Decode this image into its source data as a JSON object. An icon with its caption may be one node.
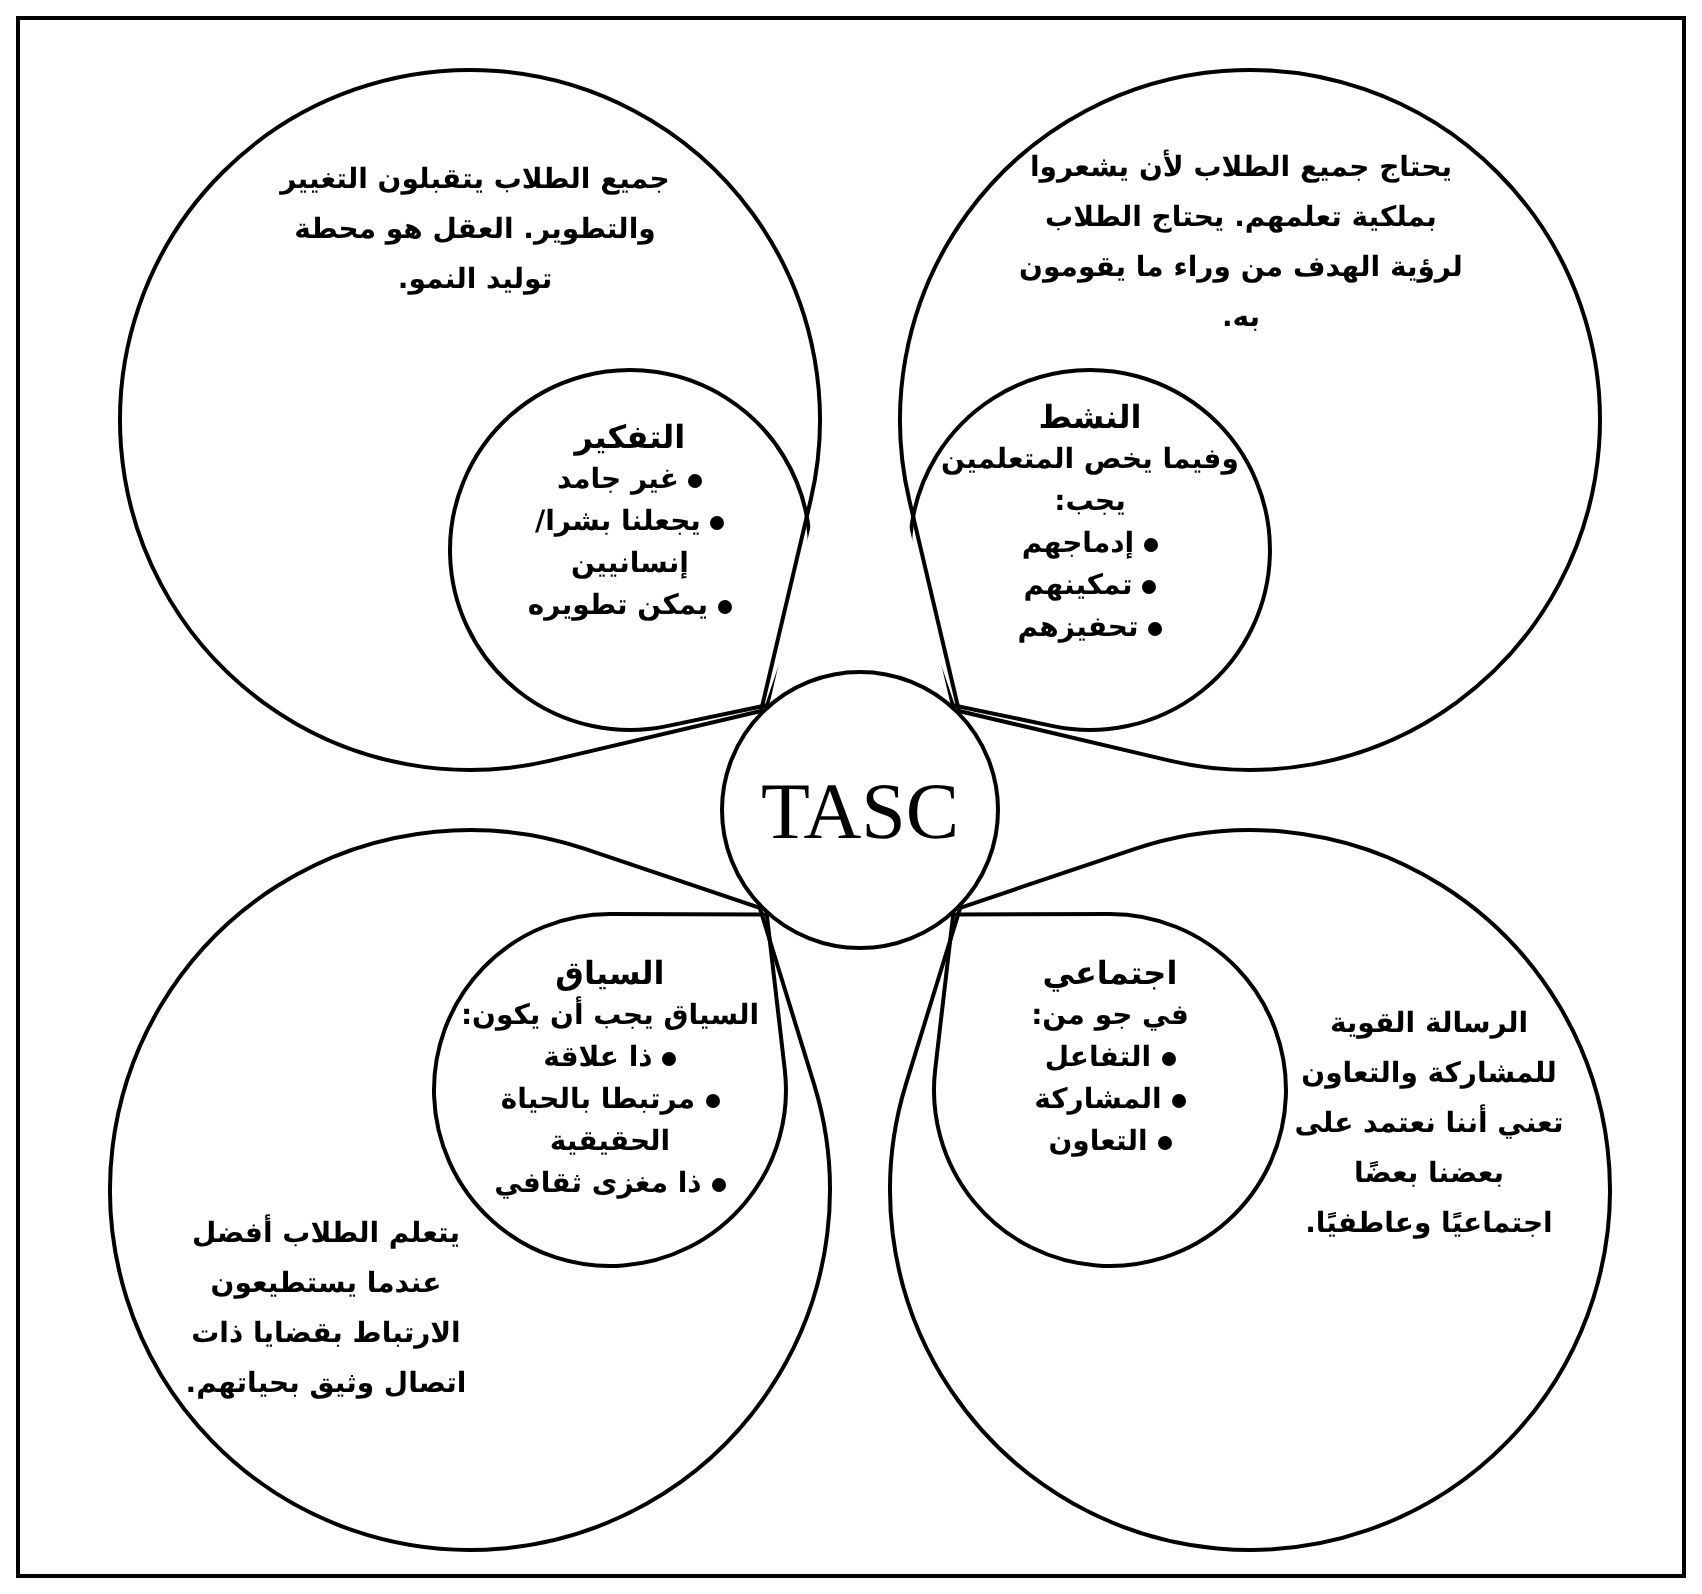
{
  "diagram": {
    "nodes": [
      {
        "text": [
          "جميع الطلاب يتقبلون التغيير والتطوير. العقل هو محطة توليد النمو."
        ]
      },
      {
        "text": [
          "التفكير",
          "غير جامد",
          "يجعلنا بشرا/ إنسانيين",
          "يمكن تطويره"
        ],
        "in": 0
      },
      {
        "text": [
          "يحتاج جميع الطلاب لأن يشعروا بملكية تعلمهم. يحتاج الطلاب لرؤية الهدف من وراء ما يقومون به."
        ]
      },
      {
        "text": [
          "النشط",
          "وفيما يخص المتعلمين يجب:",
          "إدماجهم",
          "تمكينهم",
          "تحفيزهم"
        ],
        "in": 2
      },
      {
        "text": [
          "TASC"
        ]
      },
      {
        "text": [
          "يتعلم الطلاب أفضل عندما يستطيعون الارتباط بقضايا ذات اتصال وثيق بحياتهم."
        ]
      },
      {
        "text": [
          "السياق",
          "السياق يجب أن يكون:",
          "ذا علاقة",
          "مرتبطا بالحياة الحقيقية",
          "ذا مغزى ثقافي"
        ],
        "in": 5
      },
      {
        "text": [
          "الرسالة القوية للمشاركة والتعاون تعني أننا نعتمد على بعضنا بعضًا اجتماعيًا وعاطفيًا."
        ]
      },
      {
        "text": [
          "اجتماعي",
          "في جو من:",
          "التفاعل",
          "المشاركة",
          "التعاون"
        ],
        "in": 7
      }
    ]
  }
}
